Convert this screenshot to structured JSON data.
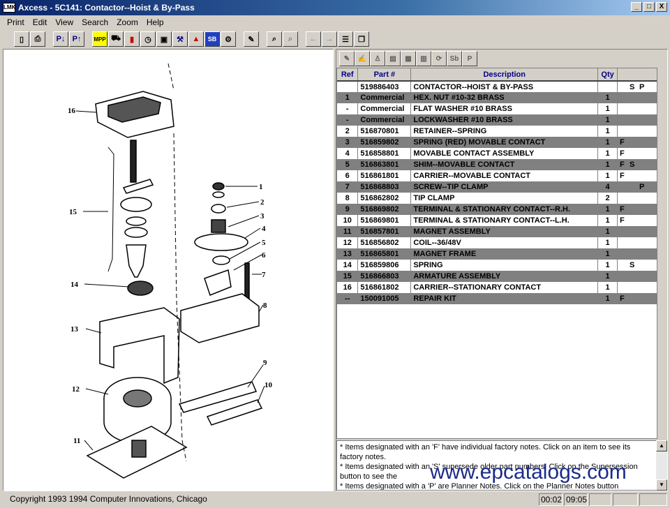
{
  "app": {
    "title": "Axcess - 5C141: Contactor--Hoist & By-Pass",
    "icon_label": "LMK"
  },
  "window_controls": {
    "minimize": "_",
    "maximize": "□",
    "close": "X"
  },
  "menu": [
    "Print",
    "Edit",
    "View",
    "Search",
    "Zoom",
    "Help"
  ],
  "toolbar": {
    "buttons": [
      {
        "name": "new-document-icon",
        "glyph": "▯"
      },
      {
        "name": "print-icon",
        "glyph": "⎙"
      },
      {
        "name": "sort-down-icon",
        "glyph": "P↓",
        "cls": "blue gap"
      },
      {
        "name": "sort-up-icon",
        "glyph": "P↑",
        "cls": "blue"
      },
      {
        "name": "mpp-icon",
        "glyph": "MPP",
        "cls": "yellow gap"
      },
      {
        "name": "vehicle-icon",
        "glyph": "⛟"
      },
      {
        "name": "chart-icon",
        "glyph": "▮",
        "cls": "red"
      },
      {
        "name": "clock-icon",
        "glyph": "◷"
      },
      {
        "name": "image-icon",
        "glyph": "▣"
      },
      {
        "name": "tools-icon",
        "glyph": "⚒",
        "cls": "blue"
      },
      {
        "name": "warning-icon",
        "glyph": "▲",
        "cls": "red"
      },
      {
        "name": "sb-icon",
        "glyph": "SB",
        "cls": "sb"
      },
      {
        "name": "parts-icon",
        "glyph": "⚙"
      },
      {
        "name": "attach-icon",
        "glyph": "✎",
        "cls": "gap"
      },
      {
        "name": "zoom-in-icon",
        "glyph": "⌕",
        "cls": "gap"
      },
      {
        "name": "zoom-out-icon",
        "glyph": "⌕",
        "cls": "dim"
      },
      {
        "name": "back-arrow-icon",
        "glyph": "←",
        "cls": "dim gap"
      },
      {
        "name": "forward-arrow-icon",
        "glyph": "→",
        "cls": "dim"
      },
      {
        "name": "list-icon",
        "glyph": "☰"
      },
      {
        "name": "copy-icon",
        "glyph": "❐"
      }
    ]
  },
  "parts_toolbar": [
    "✎",
    "✍",
    "♙",
    "▤",
    "▦",
    "▥",
    "⟳",
    "Sb",
    "P"
  ],
  "parts": {
    "columns": [
      "Ref",
      "Part #",
      "Description",
      "Qty",
      ""
    ],
    "rows": [
      {
        "ref": "",
        "part": "519886403",
        "desc": "CONTACTOR--HOIST & BY-PASS",
        "qty": "",
        "f": "",
        "s": "S",
        "p": "P",
        "shaded": false
      },
      {
        "ref": "1",
        "part": "Commercial",
        "desc": "HEX. NUT #10-32 BRASS",
        "qty": "1",
        "f": "",
        "s": "",
        "p": "",
        "shaded": true
      },
      {
        "ref": "-",
        "part": "Commercial",
        "desc": "FLAT WASHER #10 BRASS",
        "qty": "1",
        "f": "",
        "s": "",
        "p": "",
        "shaded": false
      },
      {
        "ref": "-",
        "part": "Commercial",
        "desc": "LOCKWASHER #10 BRASS",
        "qty": "1",
        "f": "",
        "s": "",
        "p": "",
        "shaded": true
      },
      {
        "ref": "2",
        "part": "516870801",
        "desc": "RETAINER--SPRING",
        "qty": "1",
        "f": "",
        "s": "",
        "p": "",
        "shaded": false
      },
      {
        "ref": "3",
        "part": "516859802",
        "desc": "SPRING (RED) MOVABLE CONTACT",
        "qty": "1",
        "f": "F",
        "s": "",
        "p": "",
        "shaded": true
      },
      {
        "ref": "4",
        "part": "516858801",
        "desc": "MOVABLE CONTACT ASSEMBLY",
        "qty": "1",
        "f": "F",
        "s": "",
        "p": "",
        "shaded": false
      },
      {
        "ref": "5",
        "part": "516863801",
        "desc": "SHIM--MOVABLE CONTACT",
        "qty": "1",
        "f": "F",
        "s": "S",
        "p": "",
        "shaded": true
      },
      {
        "ref": "6",
        "part": "516861801",
        "desc": "CARRIER--MOVABLE CONTACT",
        "qty": "1",
        "f": "F",
        "s": "",
        "p": "",
        "shaded": false
      },
      {
        "ref": "7",
        "part": "516868803",
        "desc": "SCREW--TIP CLAMP",
        "qty": "4",
        "f": "",
        "s": "",
        "p": "P",
        "shaded": true
      },
      {
        "ref": "8",
        "part": "516862802",
        "desc": "TIP CLAMP",
        "qty": "2",
        "f": "",
        "s": "",
        "p": "",
        "shaded": false
      },
      {
        "ref": "9",
        "part": "516869802",
        "desc": "TERMINAL & STATIONARY CONTACT--R.H.",
        "qty": "1",
        "f": "F",
        "s": "",
        "p": "",
        "shaded": true
      },
      {
        "ref": "10",
        "part": "516869801",
        "desc": "TERMINAL & STATIONARY CONTACT--L.H.",
        "qty": "1",
        "f": "F",
        "s": "",
        "p": "",
        "shaded": false
      },
      {
        "ref": "11",
        "part": "516857801",
        "desc": "MAGNET ASSEMBLY",
        "qty": "1",
        "f": "",
        "s": "",
        "p": "",
        "shaded": true
      },
      {
        "ref": "12",
        "part": "516856802",
        "desc": "COIL--36/48V",
        "qty": "1",
        "f": "",
        "s": "",
        "p": "",
        "shaded": false
      },
      {
        "ref": "13",
        "part": "516865801",
        "desc": "MAGNET FRAME",
        "qty": "1",
        "f": "",
        "s": "",
        "p": "",
        "shaded": true
      },
      {
        "ref": "14",
        "part": "516859806",
        "desc": "SPRING",
        "qty": "1",
        "f": "",
        "s": "S",
        "p": "",
        "shaded": false
      },
      {
        "ref": "15",
        "part": "516866803",
        "desc": "ARMATURE ASSEMBLY",
        "qty": "1",
        "f": "",
        "s": "",
        "p": "",
        "shaded": true
      },
      {
        "ref": "16",
        "part": "516861802",
        "desc": "CARRIER--STATIONARY CONTACT",
        "qty": "1",
        "f": "",
        "s": "",
        "p": "",
        "shaded": false
      },
      {
        "ref": "--",
        "part": "150091005",
        "desc": "REPAIR KIT",
        "qty": "1",
        "f": "F",
        "s": "",
        "p": "",
        "shaded": true
      }
    ]
  },
  "notes": [
    "* Items designated with an 'F' have individual factory notes.  Click on an item to see its factory notes.",
    " * Items designated with an 'S' supersede older part numbers.  Click on the Supersession button to see the",
    " * Items designated with a 'P' are Planner Notes.  Click on the Planner Notes button"
  ],
  "diagram_labels": [
    "16",
    "15",
    "14",
    "13",
    "12",
    "11",
    "1",
    "2",
    "3",
    "4",
    "5",
    "6",
    "7",
    "8",
    "9",
    "10"
  ],
  "watermark": "www.epcatalogs.com",
  "status": {
    "copyright": "Copyright 1993 1994 Computer Innovations, Chicago",
    "time1": "00:02",
    "time2": "09:05"
  }
}
